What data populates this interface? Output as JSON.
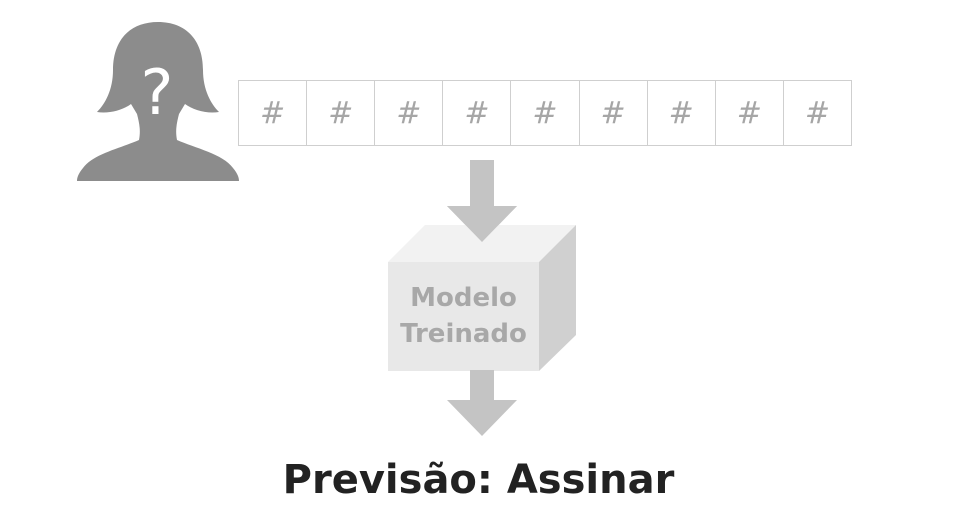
{
  "avatar": {
    "icon": "unknown-person-icon",
    "glyph": "?"
  },
  "features": {
    "cells": [
      "#",
      "#",
      "#",
      "#",
      "#",
      "#",
      "#",
      "#",
      "#"
    ]
  },
  "model": {
    "line1": "Modelo",
    "line2": "Treinado"
  },
  "prediction": {
    "text": "Previsão: Assinar"
  },
  "colors": {
    "avatar": "#8c8c8c",
    "arrow": "#c4c4c4",
    "box_front": "#e8e8e8",
    "box_top": "#f2f2f2",
    "box_side": "#d0d0d0",
    "text_dark": "#222222"
  }
}
